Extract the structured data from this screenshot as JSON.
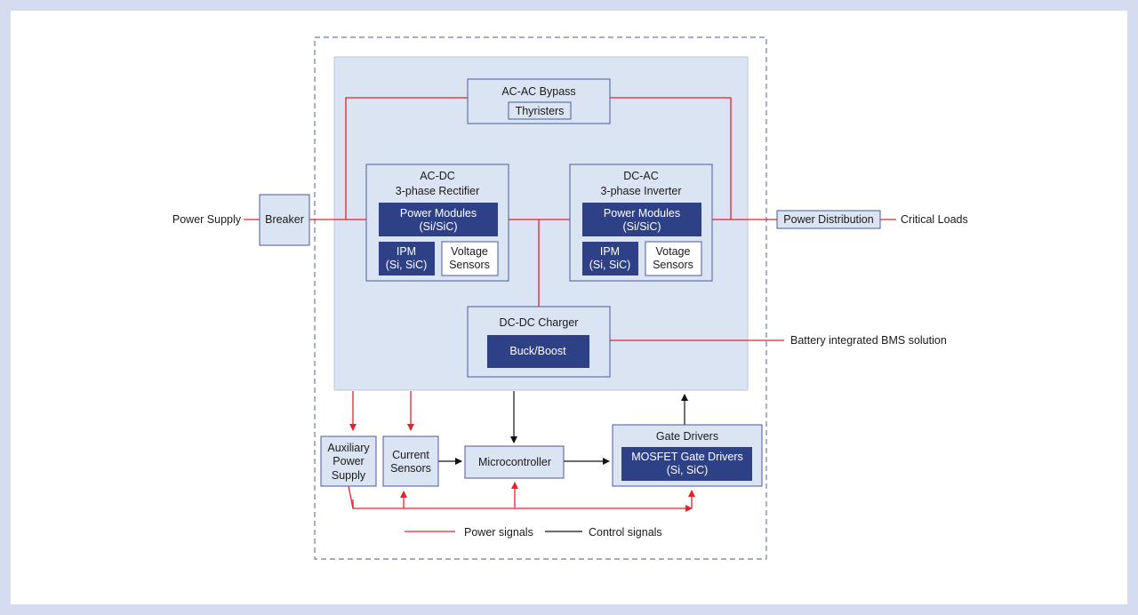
{
  "external": {
    "power_supply": "Power Supply",
    "critical_loads": "Critical Loads",
    "battery": "Battery integrated BMS solution"
  },
  "blocks": {
    "breaker": "Breaker",
    "power_distribution": "Power Distribution",
    "bypass": {
      "title": "AC-AC Bypass",
      "sub": "Thyristers"
    },
    "rectifier": {
      "title1": "AC-DC",
      "title2": "3-phase Rectifier",
      "pm1": "Power Modules",
      "pm2": "(Si/SiC)",
      "ipm1": "IPM",
      "ipm2": "(Si, SiC)",
      "vs1": "Voltage",
      "vs2": "Sensors"
    },
    "inverter": {
      "title1": "DC-AC",
      "title2": "3-phase Inverter",
      "pm1": "Power Modules",
      "pm2": "(Si/SiC)",
      "ipm1": "IPM",
      "ipm2": "(Si, SiC)",
      "vs1": "Votage",
      "vs2": "Sensors"
    },
    "charger": {
      "title": "DC-DC Charger",
      "sub": "Buck/Boost"
    },
    "aux": {
      "l1": "Auxiliary",
      "l2": "Power",
      "l3": "Supply"
    },
    "current": {
      "l1": "Current",
      "l2": "Sensors"
    },
    "mcu": "Microcontroller",
    "gate": {
      "title": "Gate Drivers",
      "sub1": "MOSFET Gate Drivers",
      "sub2": "(Si, SiC)"
    }
  },
  "legend": {
    "power": "Power signals",
    "control": "Control signals"
  },
  "colors": {
    "power": "#e8202a",
    "control": "#111111",
    "light_block": "#dbe4f3",
    "dark_block": "#2f4186",
    "border": "#4a5a9c"
  }
}
